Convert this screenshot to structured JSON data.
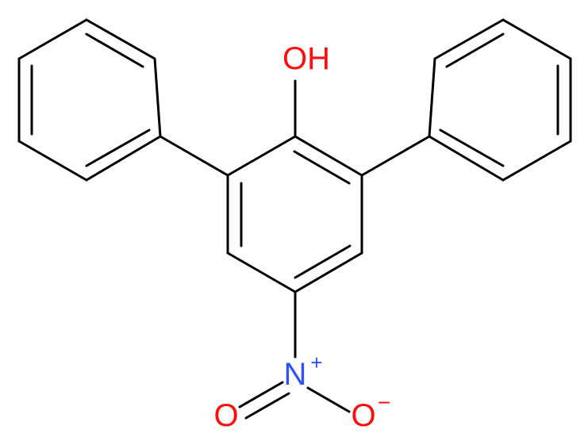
{
  "atoms": {
    "hydroxyl": {
      "text": "OH",
      "color": "#ff0d0d"
    },
    "nitro_nitrogen": {
      "text": "N",
      "color": "#3050f8",
      "charge": "+"
    },
    "nitro_oxygen_double": {
      "text": "O",
      "color": "#ff0d0d"
    },
    "nitro_oxygen_single": {
      "text": "O",
      "color": "#ff0d0d",
      "charge": "−"
    }
  },
  "colors": {
    "bond": "#000000",
    "background": "#ffffff"
  }
}
